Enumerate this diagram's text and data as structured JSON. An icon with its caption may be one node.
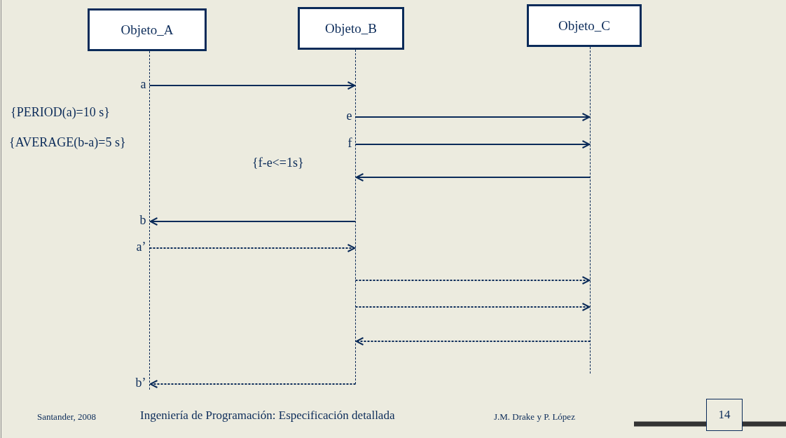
{
  "diagram": {
    "nodes": [
      {
        "text": [
          "Objeto_A"
        ]
      },
      {
        "text": [
          "Objeto_B"
        ]
      },
      {
        "text": [
          "Objeto_C"
        ]
      },
      {
        "text": [],
        "shape": "line"
      },
      {
        "text": [],
        "shape": "line"
      },
      {
        "text": [],
        "shape": "line"
      }
    ],
    "edges": [
      {
        "from": 3,
        "to": 4,
        "arrow": "to",
        "label": "a"
      },
      {
        "from": 4,
        "to": 5,
        "arrow": "to",
        "label": "e"
      },
      {
        "from": 4,
        "to": 5,
        "arrow": "to",
        "label": "f"
      },
      {
        "from": 5,
        "to": 4,
        "arrow": "to"
      },
      {
        "from": 4,
        "to": 3,
        "arrow": "to",
        "label": "b"
      },
      {
        "from": 3,
        "to": 4,
        "arrow": "to",
        "label": "a’",
        "style": "dashed"
      },
      {
        "from": 4,
        "to": 5,
        "arrow": "to",
        "style": "dashed"
      },
      {
        "from": 4,
        "to": 5,
        "arrow": "to",
        "style": "dashed"
      },
      {
        "from": 5,
        "to": 4,
        "arrow": "to",
        "style": "dashed"
      },
      {
        "from": 4,
        "to": 3,
        "arrow": "to",
        "label": "b’",
        "style": "dashed"
      }
    ],
    "labels": [
      "{PERIOD(a)=10 s}",
      "{AVERAGE(b-a)=5 s}",
      "{f-e<=1s}",
      "Santander, 2008",
      "Ingeniería de Programación: Especificación detallada",
      "J.M. Drake y P. López",
      "14"
    ]
  }
}
